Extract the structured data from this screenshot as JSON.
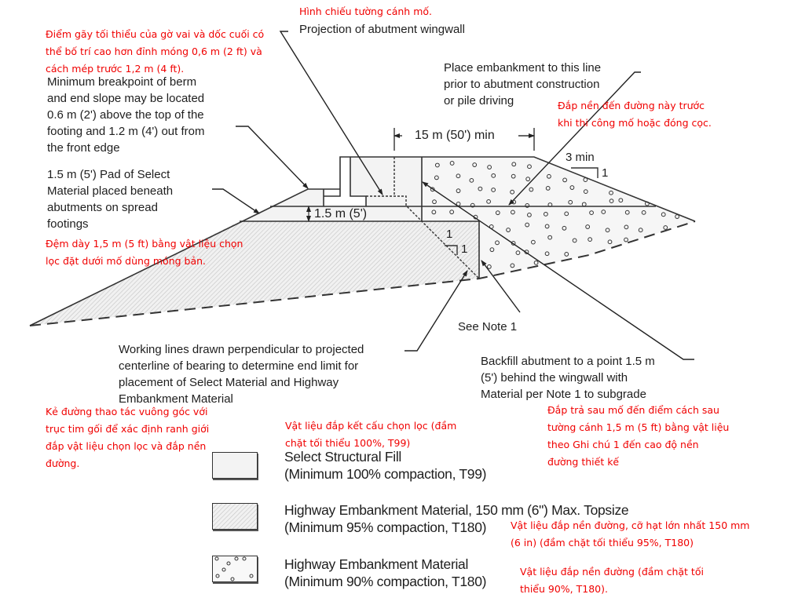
{
  "labels": {
    "wingwall_vi": "Hình chiếu tường cánh mố.",
    "wingwall_en": "Projection of abutment wingwall",
    "breakpoint_vi": [
      "Điểm gãy tối thiểu của gờ vai và dốc cuối có",
      "thể bố trí cao hơn đỉnh móng 0,6 m (2 ft) và",
      "cách mép trước 1,2 m (4 ft)."
    ],
    "breakpoint_en": [
      "Minimum breakpoint of berm",
      "and end slope may be located",
      "0.6 m (2') above the top of the",
      "footing and 1.2 m (4') out from",
      "the front edge"
    ],
    "place_en": [
      "Place embankment to this line",
      "prior to abutment construction",
      "or pile driving"
    ],
    "place_vi": [
      "Đắp nền đến đường này trước",
      "khi thi công mố hoặc đóng cọc."
    ],
    "dim_15m": "15 m (50') min",
    "slope_3": "3 min",
    "slope_3_1": "1",
    "dim_pad": "1.5 m (5')",
    "pad_en": [
      "1.5 m (5') Pad of Select",
      "Material placed beneath",
      "abutments on spread",
      "footings"
    ],
    "pad_vi": [
      "Đệm dày 1,5 m (5 ft) bằng vật liệu chọn",
      "lọc đặt dưới mố dùng móng bản."
    ],
    "slope_1a": "1",
    "slope_1b": "1",
    "see_note": "See Note 1",
    "working_en": [
      "Working lines drawn perpendicular to projected",
      "centerline of bearing to determine end limit  for",
      "placement of Select Material and Highway",
      "Embankment Material"
    ],
    "working_vi": [
      "Kẻ đường thao tác vuông góc với",
      "trục tim gối để xác định ranh giới",
      "đắp vật liệu chọn lọc và đắp nền",
      "đường."
    ],
    "backfill_en": [
      "Backfill abutment to a point 1.5 m",
      "(5') behind the wingwall with",
      "Material per Note 1 to subgrade"
    ],
    "backfill_vi": [
      "Đắp trả sau mố đến điểm cách sau",
      "tường cánh 1,5 m (5 ft) bằng vật liệu",
      "theo Ghi chú 1 đến cao độ nền",
      "đường thiết kế"
    ]
  },
  "legend": [
    {
      "pattern": "plain",
      "en": [
        "Select Structural Fill",
        "(Minimum 100% compaction, T99)"
      ],
      "vi": [
        "Vật liệu đắp kết cấu chọn lọc (đầm",
        "chặt tối thiểu 100%, T99)"
      ]
    },
    {
      "pattern": "hatch",
      "en": [
        "Highway Embankment Material, 150 mm (6\") Max. Topsize",
        "(Minimum 95% compaction, T180)"
      ],
      "vi": [
        "Vật liệu đắp nền đường, cỡ hạt lớn nhất 150 mm",
        "(6 in) (đầm chặt tối thiểu 95%, T180)"
      ]
    },
    {
      "pattern": "dots",
      "en": [
        "Highway Embankment Material",
        "(Minimum 90% compaction, T180)"
      ],
      "vi": [
        "Vật liệu đắp nền đường (đầm chặt tối",
        "thiểu 90%, T180)."
      ]
    }
  ],
  "colors": {
    "annotation_red": "#f00000",
    "line": "#333333"
  }
}
